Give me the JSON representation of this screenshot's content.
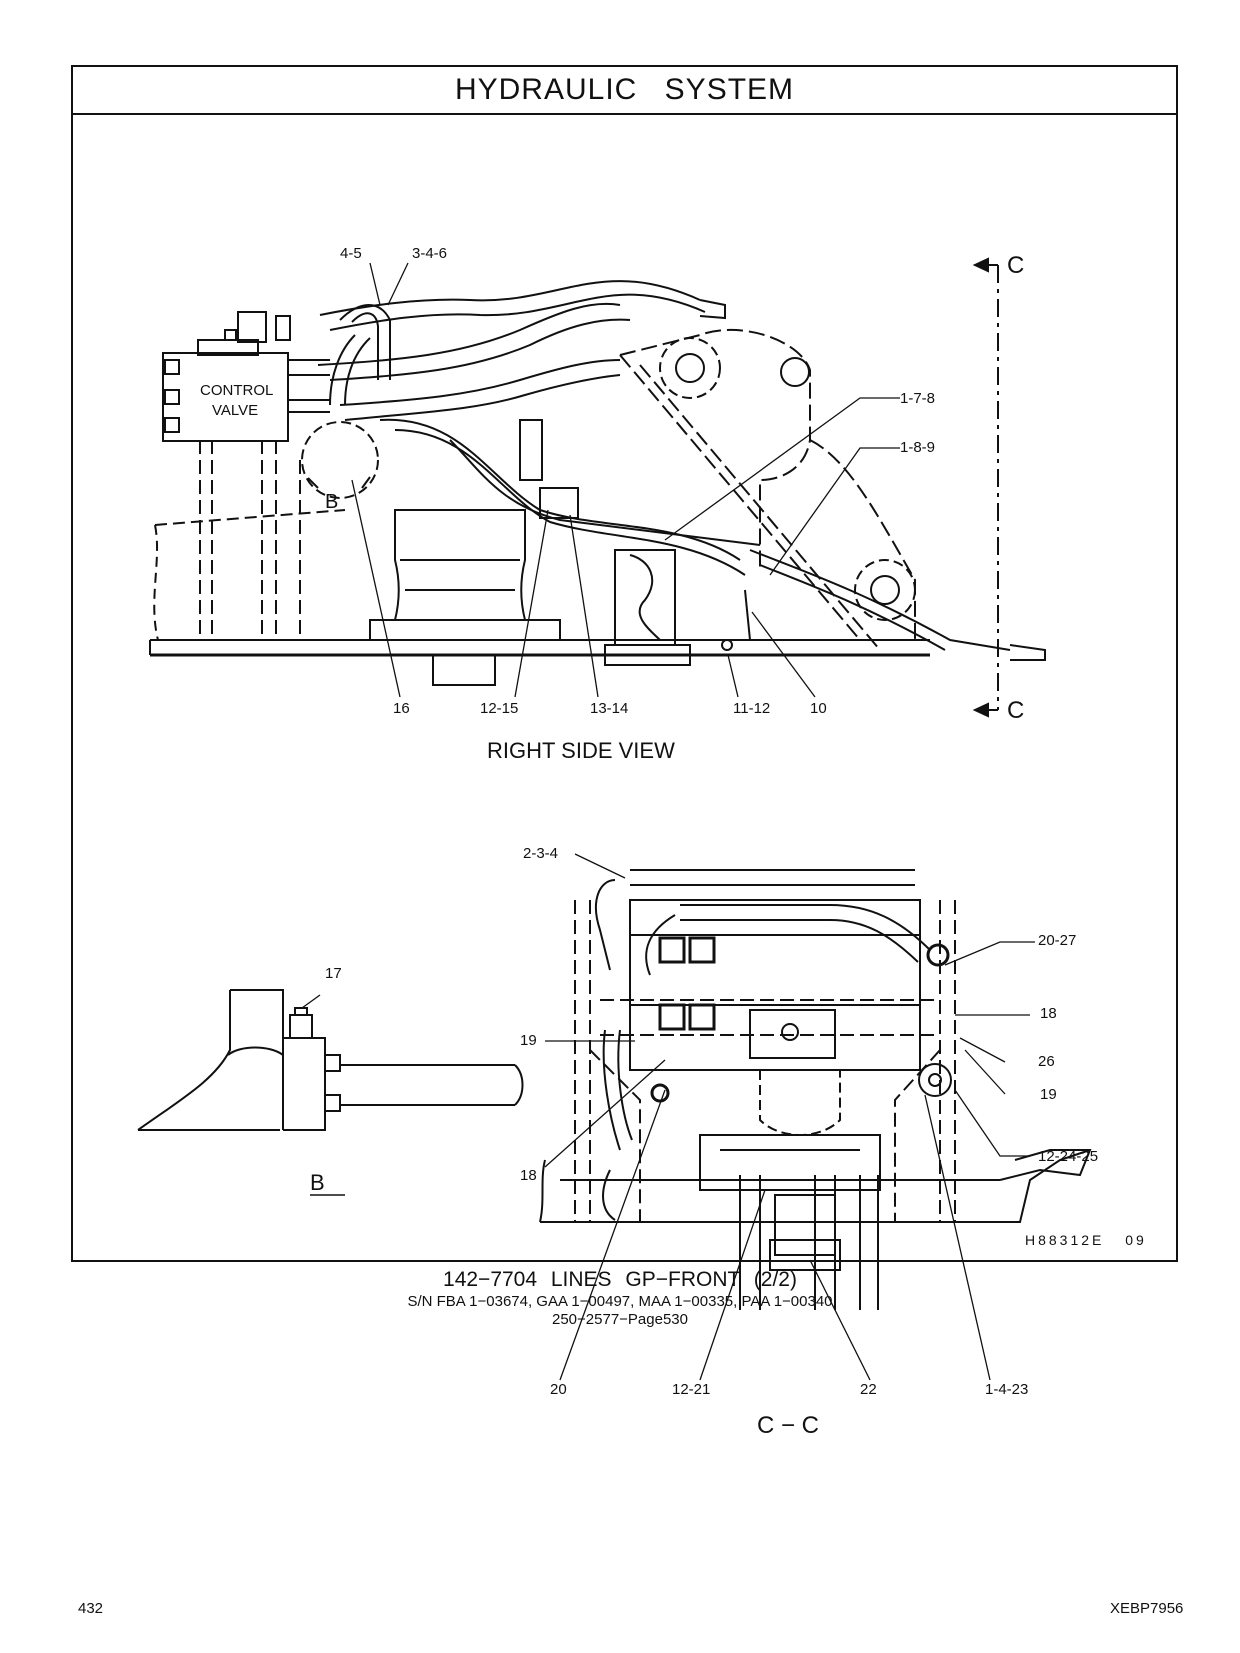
{
  "header": {
    "title": "HYDRAULIC   SYSTEM"
  },
  "views": {
    "right_side": {
      "label": "RIGHT SIDE VIEW",
      "control_valve_line1": "CONTROL",
      "control_valve_line2": "VALVE",
      "detail_ref": "B",
      "callouts": [
        "4-5",
        "3-4-6",
        "1-7-8",
        "1-8-9",
        "16",
        "12-15",
        "13-14",
        "11-12",
        "10"
      ]
    },
    "section_marks": {
      "top": "C",
      "bottom": "C"
    },
    "detail_b": {
      "label": "B",
      "callouts": [
        "17"
      ]
    },
    "section_cc": {
      "label": "C − C",
      "callouts": [
        "2-3-4",
        "20-27",
        "18",
        "26",
        "19",
        "12-24-25",
        "19",
        "18",
        "20",
        "12-21",
        "22",
        "1-4-23"
      ]
    }
  },
  "drawing_number": "H88312E   09",
  "footer": {
    "part_title": "142−7704   LINES  GP−FRONT (2/2)",
    "serials": "S/N FBA 1−03674, GAA 1−00497, MAA 1−00335, PAA 1−00340",
    "page_ref": "250−2577−Page530"
  },
  "page_number": "432",
  "document_id": "XEBP7956"
}
